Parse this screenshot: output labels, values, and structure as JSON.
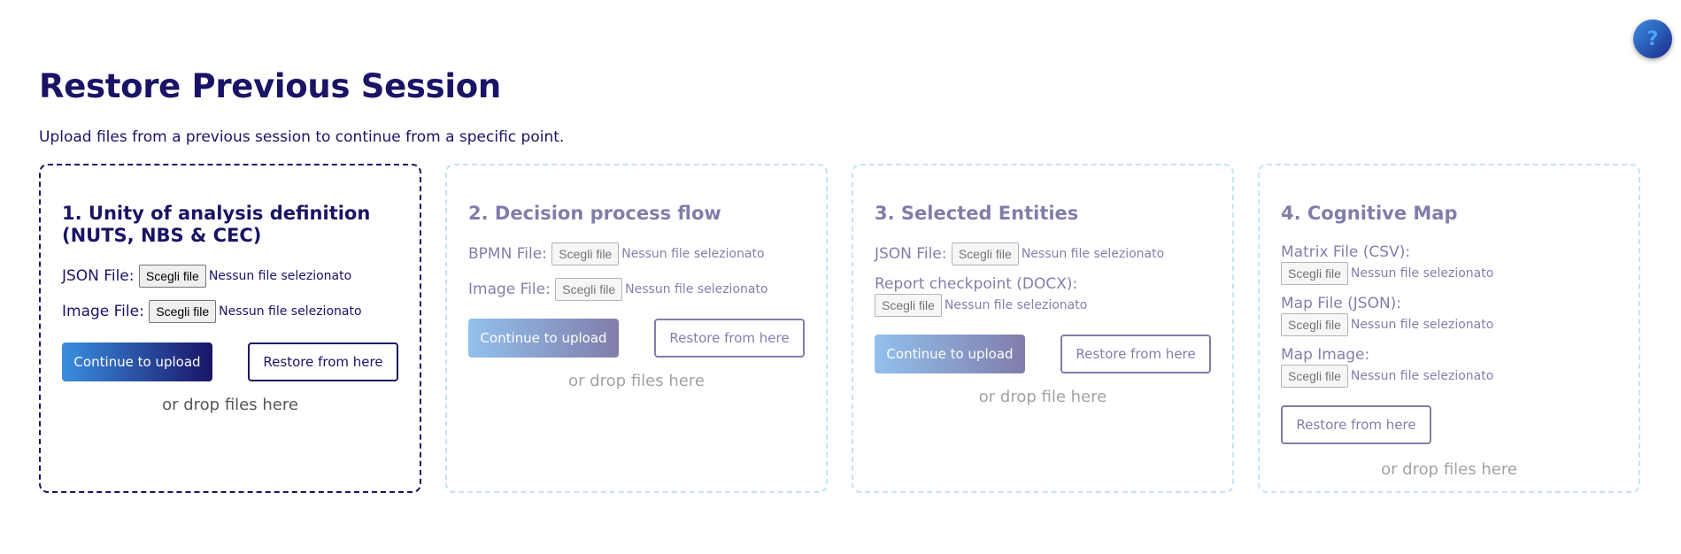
{
  "help": {
    "glyph": "?"
  },
  "header": {
    "title": "Restore Previous Session",
    "subtitle": "Upload files from a previous session to continue from a specific point."
  },
  "common": {
    "choose_file": "Scegli file",
    "no_file": "Nessun file selezionato",
    "continue_label": "Continue to upload",
    "restore_label": "Restore from here"
  },
  "cards": [
    {
      "title": "1. Unity of analysis definition (NUTS, NBS & CEC)",
      "fields": [
        "JSON File:",
        "Image File:"
      ],
      "drop_hint": "or drop files here"
    },
    {
      "title": "2. Decision process flow",
      "fields": [
        "BPMN File:",
        "Image File:"
      ],
      "drop_hint": "or drop files here"
    },
    {
      "title": "3. Selected Entities",
      "fields": [
        "JSON File:",
        "Report checkpoint (DOCX):"
      ],
      "drop_hint": "or drop file here"
    },
    {
      "title": "4. Cognitive Map",
      "fields": [
        "Matrix File (CSV):",
        "Map File (JSON):",
        "Map Image:"
      ],
      "drop_hint": "or drop files here"
    }
  ]
}
